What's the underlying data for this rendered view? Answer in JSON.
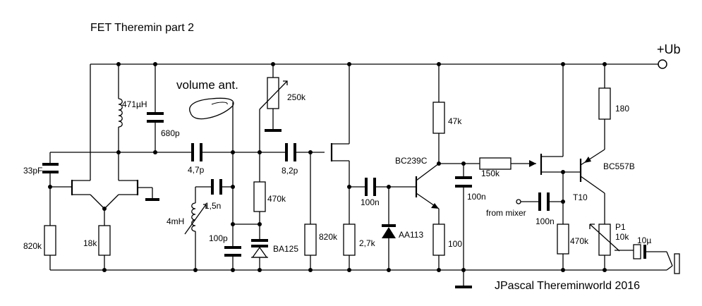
{
  "title": "FET Theremin part 2",
  "supply_label": "+Ub",
  "antenna_label": "volume ant.",
  "credit": "JPascal Thereminworld 2016",
  "input_label": "from mixer",
  "components": {
    "c_33p": "33pF",
    "l_471u": "471µH",
    "c_680p": "680p",
    "c_4_7p": "4,7p",
    "r_820k_left": "820k",
    "r_18k": "18k",
    "l_4m": "4mH",
    "c_1_5n": "1,5n",
    "c_100p": "100p",
    "d_ba125": "BA125",
    "r_470k_mid": "470k",
    "p_250k": "250k",
    "c_8_2p": "8,2p",
    "r_820k_mid": "820k",
    "r_2_7k": "2,7k",
    "c_100n_a": "100n",
    "d_aa113": "AA113",
    "t_bc239c": "BC239C",
    "r_47k": "47k",
    "r_100": "100",
    "c_100n_b": "100n",
    "r_150k": "150k",
    "c_100n_c": "100n",
    "r_470k_right": "470k",
    "t_t10": "T10",
    "r_180": "180",
    "t_bc557b": "BC557B",
    "p_p1": "P1",
    "p_10k": "10k",
    "c_10u": "10µ"
  }
}
